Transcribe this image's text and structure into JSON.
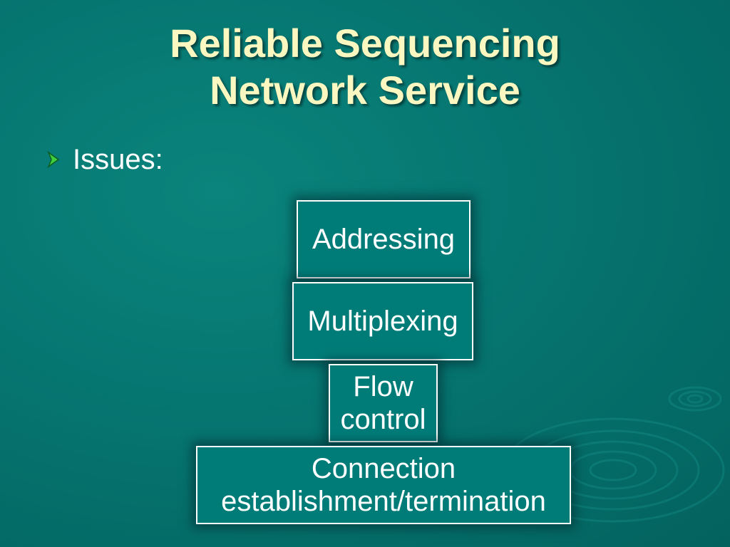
{
  "slide": {
    "title_line1": "Reliable Sequencing",
    "title_line2": "Network Service",
    "bullet": {
      "icon": "arrow-bullet-icon",
      "text": "Issues:"
    },
    "stack": {
      "addressing": "Addressing",
      "multiplexing": "Multiplexing",
      "flow_line1": "Flow",
      "flow_line2": "control",
      "connection_line1": "Connection",
      "connection_line2": "establishment/termination"
    }
  },
  "colors": {
    "background": "#067570",
    "title": "#fbf7c0",
    "text": "#ffffff",
    "box_fill": "#007c78",
    "box_border": "#ffffff",
    "bullet": "#3fcf3c"
  }
}
